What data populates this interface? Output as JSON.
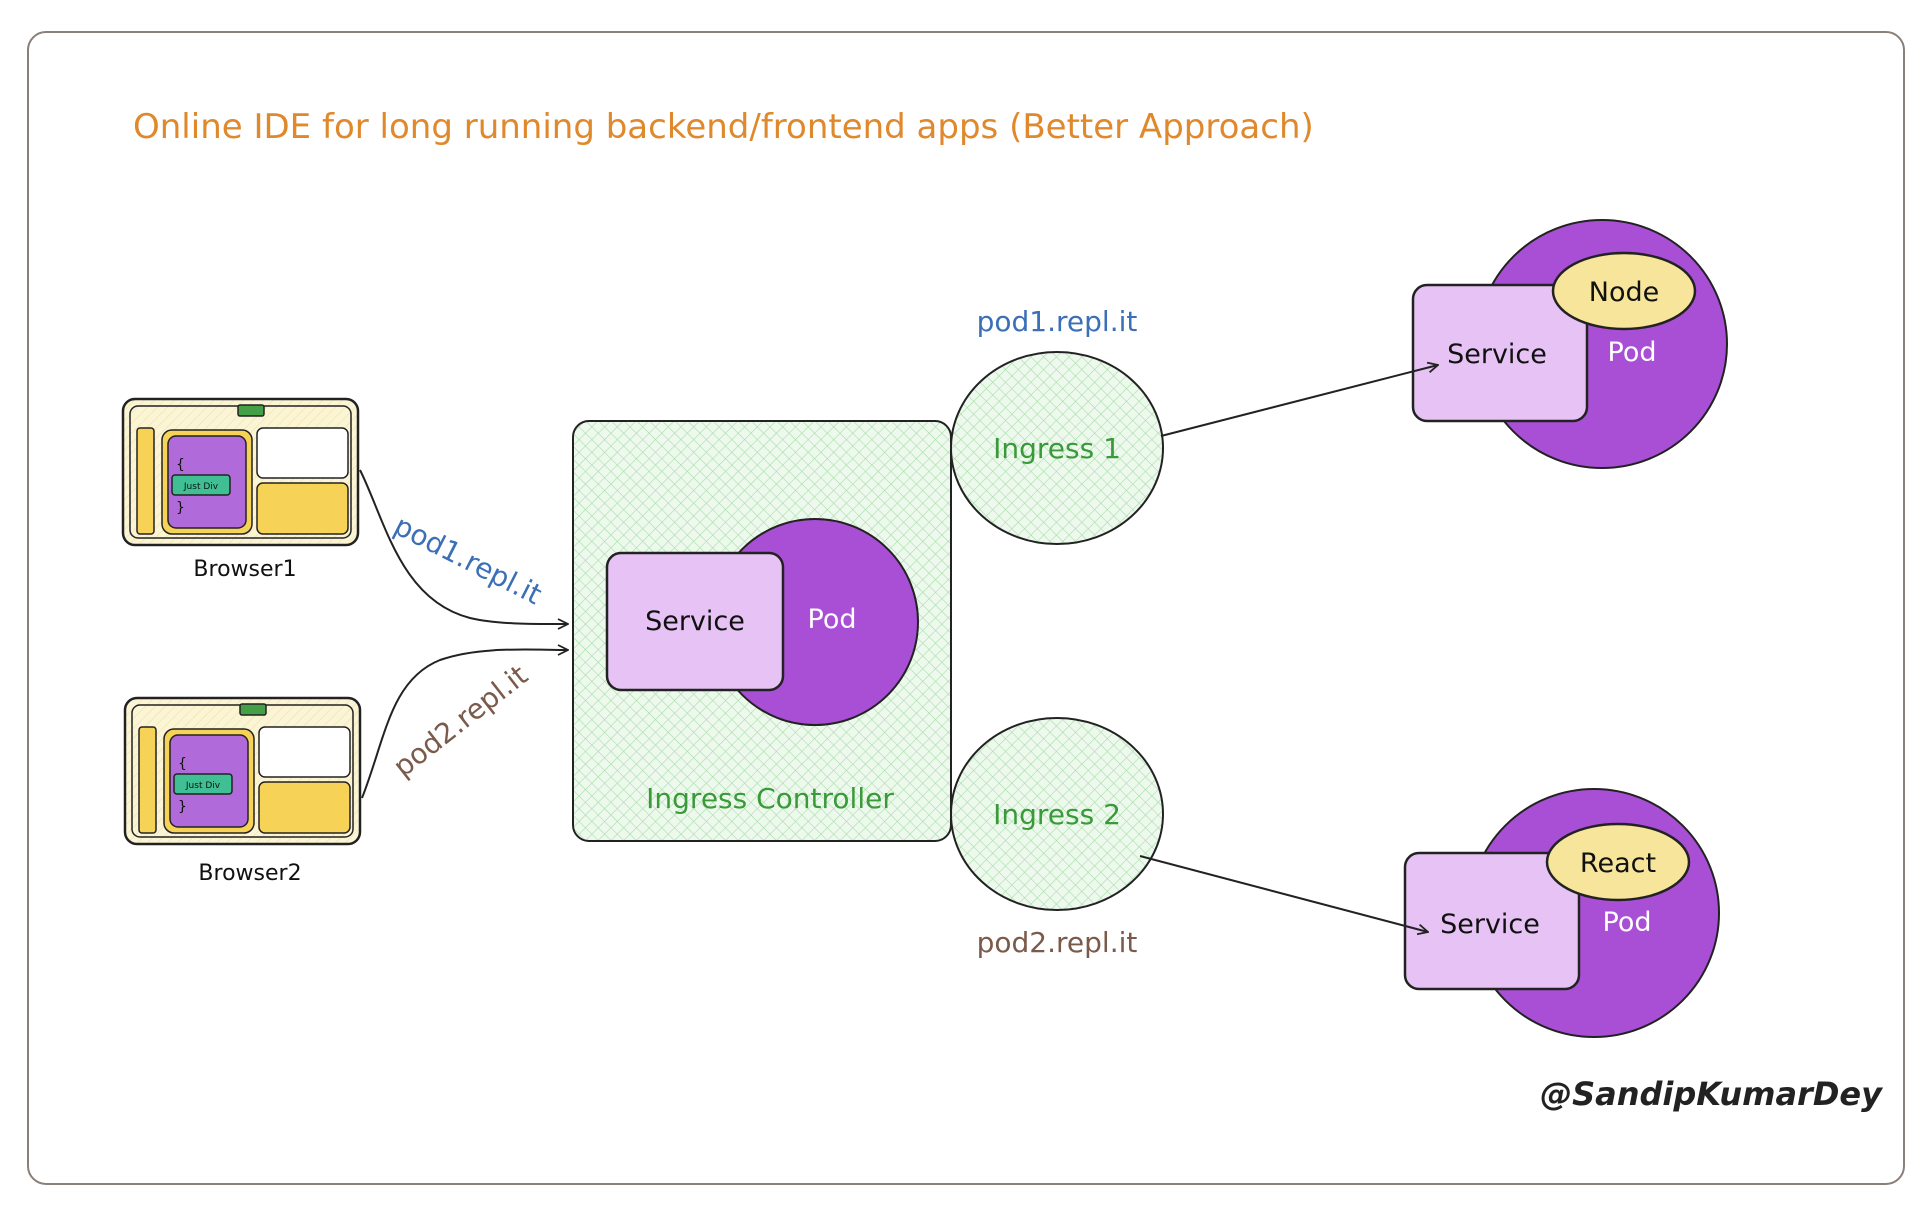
{
  "title": "Online IDE for long running backend/frontend apps (Better Approach)",
  "browsers": [
    {
      "label": "Browser1",
      "widget_text": "Just Div",
      "brace_open": "{",
      "brace_close": "}"
    },
    {
      "label": "Browser2",
      "widget_text": "Just Div",
      "brace_open": "{",
      "brace_close": "}"
    }
  ],
  "edges": {
    "browser1_label": "pod1.repl.it",
    "browser2_label": "pod2.repl.it",
    "ingress1_label": "pod1.repl.it",
    "ingress2_label": "pod2.repl.it"
  },
  "controller": {
    "label": "Ingress Controller",
    "service_label": "Service",
    "pod_label": "Pod"
  },
  "ingresses": [
    {
      "label": "Ingress 1"
    },
    {
      "label": "Ingress 2"
    }
  ],
  "pods": [
    {
      "service_label": "Service",
      "pod_label": "Pod",
      "runtime_label": "Node"
    },
    {
      "service_label": "Service",
      "pod_label": "Pod",
      "runtime_label": "React"
    }
  ],
  "author": "@SandipKumarDey",
  "colors": {
    "title": "#e0892c",
    "link_blue": "#3b6fb6",
    "link_brown": "#7a5a4a",
    "ingress_green": "#3a9a3a",
    "pod_purple": "#a94fd6",
    "service_lilac": "#e6c2f5",
    "runtime_yellow": "#f7e59b",
    "hatch_green": "#bfe8bf"
  }
}
